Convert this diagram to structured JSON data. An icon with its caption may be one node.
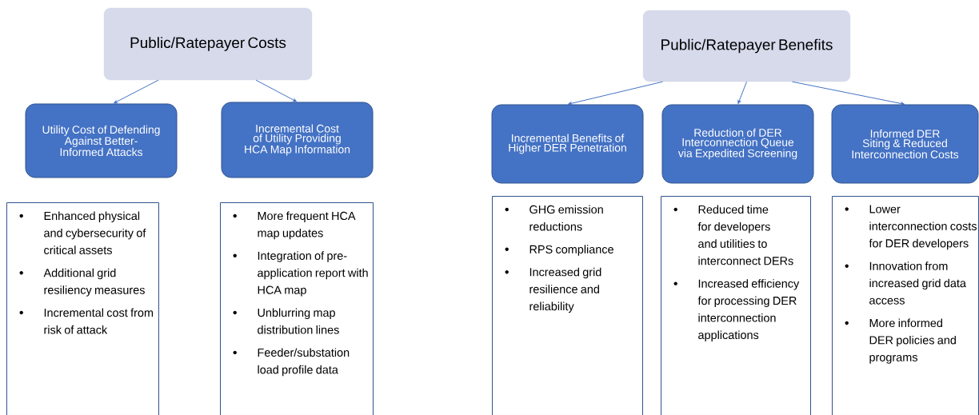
{
  "diagram": {
    "nodes": [
      {
        "text": [
          "Public/Ratepayer Costs"
        ]
      },
      {
        "text": [
          "Utility Cost of Defending Against Better-Informed Attacks"
        ]
      },
      {
        "text": [
          "Incremental Cost of Utility Providing HCA Map Information"
        ]
      },
      {
        "text": [
          "Enhanced physical and cybersecurity of critical assets",
          "Additional grid resiliency measures",
          "Incremental cost from risk of attack"
        ]
      },
      {
        "text": [
          "More frequent HCA map updates",
          "Integration of pre-application report with HCA map",
          "Unblurring map distribution lines",
          "Feeder/substation load profile data"
        ]
      },
      {
        "text": [
          "Public/Ratepayer Benefits"
        ]
      },
      {
        "text": [
          "Incremental Benefits of Higher DER Penetration"
        ]
      },
      {
        "text": [
          "Reduction of DER Interconnection Queue via Expedited Screening"
        ]
      },
      {
        "text": [
          "Informed DER Siting & Reduced Interconnection Costs"
        ]
      },
      {
        "text": [
          "GHG emission reductions",
          "RPS compliance",
          "Increased grid resilience and reliability"
        ]
      },
      {
        "text": [
          "Reduced time for developers and utilities to interconnect DERs",
          "Increased efficiency for processing DER interconnection applications"
        ]
      },
      {
        "text": [
          "Lower interconnection costs for DER developers",
          "Innovation from increased grid data access",
          "More informed DER policies and programs"
        ]
      }
    ],
    "edges": [
      {
        "from": 0,
        "to": 1,
        "arrow": "to"
      },
      {
        "from": 0,
        "to": 2,
        "arrow": "to"
      },
      {
        "from": 5,
        "to": 6,
        "arrow": "to"
      },
      {
        "from": 5,
        "to": 7,
        "arrow": "to"
      },
      {
        "from": 5,
        "to": 8,
        "arrow": "to"
      }
    ]
  }
}
